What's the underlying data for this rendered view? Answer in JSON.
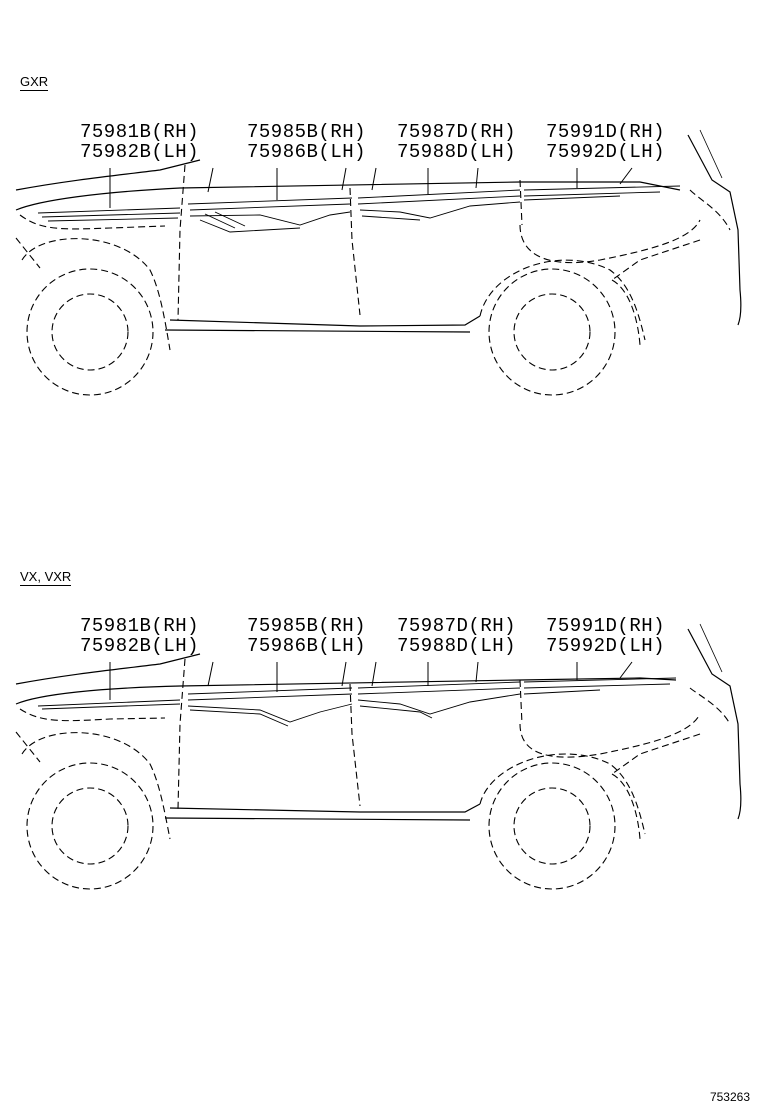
{
  "sections": [
    {
      "label": "GXR",
      "parts": [
        {
          "rh": "75981B(RH)",
          "lh": "75982B(LH)"
        },
        {
          "rh": "75985B(RH)",
          "lh": "75986B(LH)"
        },
        {
          "rh": "75987D(RH)",
          "lh": "75988D(LH)"
        },
        {
          "rh": "75991D(RH)",
          "lh": "75992D(LH)"
        }
      ]
    },
    {
      "label": "VX, VXR",
      "parts": [
        {
          "rh": "75981B(RH)",
          "lh": "75982B(LH)"
        },
        {
          "rh": "75985B(RH)",
          "lh": "75986B(LH)"
        },
        {
          "rh": "75987D(RH)",
          "lh": "75988D(LH)"
        },
        {
          "rh": "75991D(RH)",
          "lh": "75992D(LH)"
        }
      ]
    }
  ],
  "document_number": "753263"
}
